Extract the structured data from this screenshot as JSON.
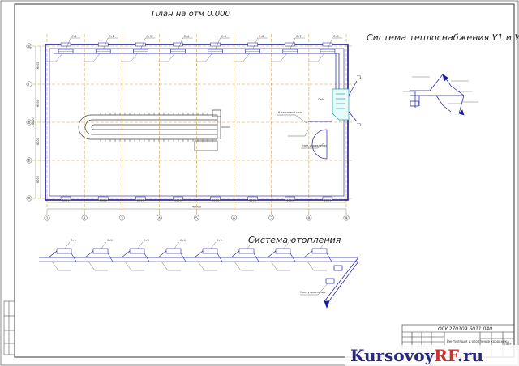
{
  "titles": {
    "plan": "План на отм 0.000",
    "heat_supply": "Система теплоснабжения У1 и У2",
    "heating": "Система отопления"
  },
  "grid": {
    "columns": [
      "1",
      "2",
      "3",
      "4",
      "5",
      "6",
      "7",
      "8",
      "9"
    ],
    "rows": [
      "Д",
      "Г",
      "В",
      "Б",
      "А"
    ],
    "spans": [
      "6000",
      "6000",
      "6000",
      "6000",
      "6000",
      "6000",
      "6000",
      "6000"
    ],
    "total_length": "48000",
    "row_spans": [
      "6000",
      "6000",
      "6000",
      "6000"
    ],
    "total_width": "24000"
  },
  "plan_labels": {
    "radiator_top": [
      "Ст1",
      "Ст2",
      "Ст3",
      "Ст4",
      "Ст5",
      "Ст6",
      "Ст7",
      "Ст8"
    ],
    "heater": "Ст9",
    "note1": "К тепловой сети",
    "note2": "Узел управления",
    "entry_t1": "Т1",
    "entry_t2": "Т2"
  },
  "heating_labels": {
    "stands": [
      "Ст1",
      "Ст2",
      "Ст3",
      "Ст4",
      "Ст5",
      "Ст6",
      "Ст7",
      "Ст8"
    ],
    "note": "Узел управления"
  },
  "title_block": {
    "code": "ОГУ 270109.6011.040",
    "name": "Вентиляция и отопление коровника",
    "sheet": "Лист"
  },
  "watermark": {
    "part1": "Kursovoy",
    "part2": "RF",
    "part3": ".ru"
  },
  "colors": {
    "line": "#1a1aa0",
    "grid": "#d8a040",
    "heater": "#2aa0a0",
    "frame": "#444444"
  }
}
